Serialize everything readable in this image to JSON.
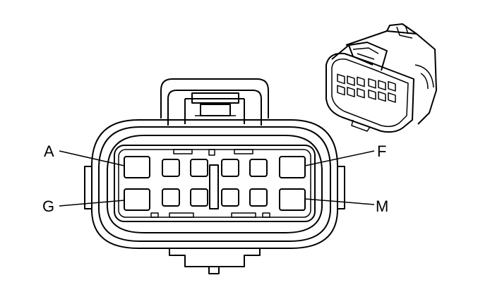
{
  "connector": {
    "pin_labels": {
      "top_left": "A",
      "top_right": "F",
      "bottom_left": "G",
      "bottom_right": "M"
    },
    "rows": 2,
    "columns": 6
  }
}
